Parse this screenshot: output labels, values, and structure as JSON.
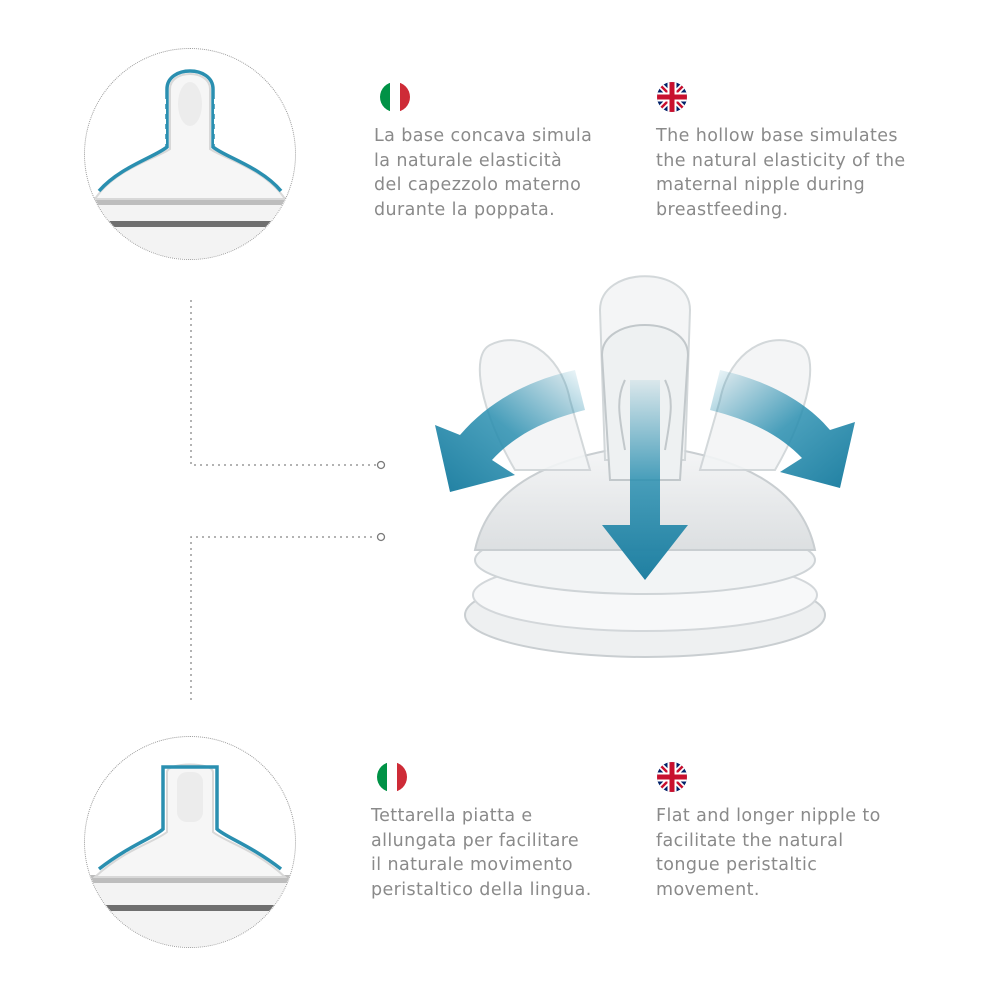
{
  "colors": {
    "accent": "#2a8fb0",
    "text": "#8a8a8a",
    "dotted_line": "#9a9a9a",
    "italy_green": "#009246",
    "italy_red": "#ce2b37"
  },
  "top": {
    "it_flag": "italy-flag",
    "en_flag": "uk-flag",
    "it_text": [
      "La base concava simula",
      "la naturale elasticità",
      "del capezzolo materno",
      "durante la poppata."
    ],
    "en_text": [
      "The hollow base simulates",
      "the natural elasticity of the",
      "maternal nipple during",
      "breastfeeding."
    ]
  },
  "bottom": {
    "it_flag": "italy-flag",
    "en_flag": "uk-flag",
    "it_text": [
      "Tettarella piatta e",
      "allungata per facilitare",
      "il naturale movimento",
      "peristaltico della lingua."
    ],
    "en_text": [
      "Flat and longer nipple to",
      "facilitate the natural",
      "tongue peristaltic",
      "movement."
    ]
  }
}
